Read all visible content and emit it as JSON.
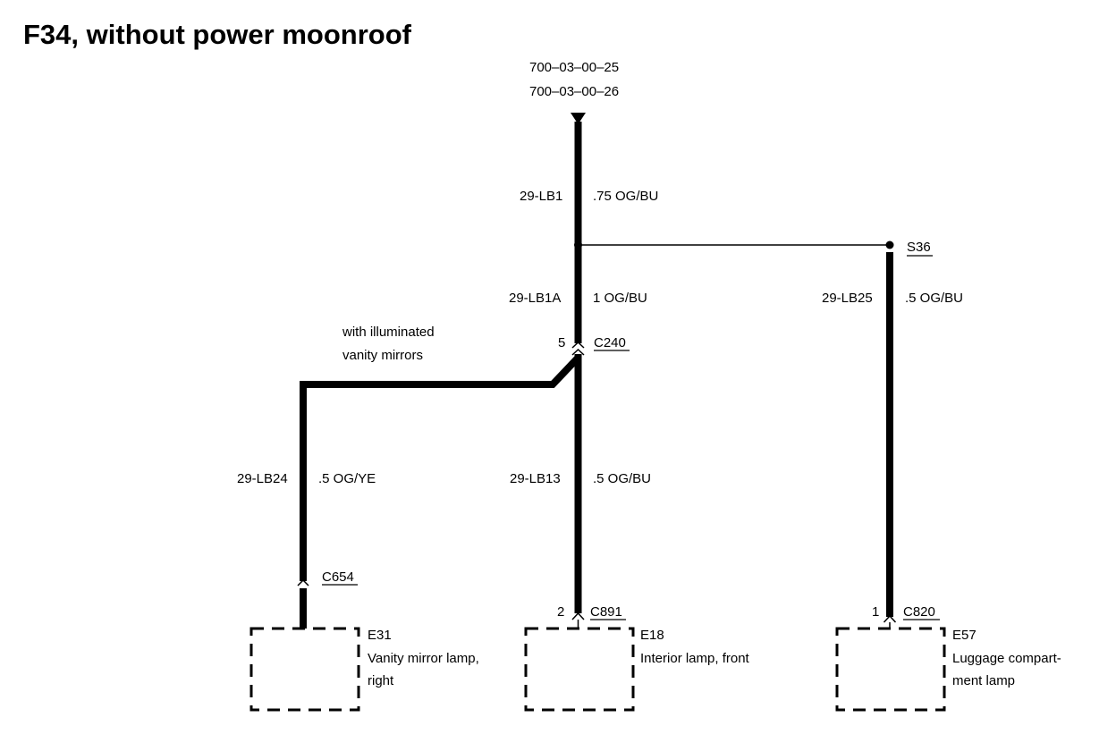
{
  "title": "F34, without power moonroof",
  "source_refs": [
    "700–03–00–25",
    "700–03–00–26"
  ],
  "wires": {
    "feed": {
      "id": "29-LB1",
      "spec": ".75 OG/BU"
    },
    "main": {
      "id": "29-LB1A",
      "spec": "1 OG/BU"
    },
    "right": {
      "id": "29-LB25",
      "spec": ".5 OG/BU"
    },
    "vanity": {
      "id": "29-LB24",
      "spec": ".5 OG/YE"
    },
    "interior": {
      "id": "29-LB13",
      "spec": ".5 OG/BU"
    }
  },
  "splice": "S36",
  "connectors": {
    "c240": {
      "name": "C240",
      "pin": "5"
    },
    "c654": {
      "name": "C654"
    },
    "c891": {
      "name": "C891",
      "pin": "2"
    },
    "c820": {
      "name": "C820",
      "pin": "1"
    }
  },
  "note": [
    "with illuminated",
    "vanity mirrors"
  ],
  "components": {
    "e31": {
      "code": "E31",
      "desc": [
        "Vanity mirror lamp,",
        "right"
      ]
    },
    "e18": {
      "code": "E18",
      "desc": [
        "Interior lamp, front"
      ]
    },
    "e57": {
      "code": "E57",
      "desc": [
        "Luggage compart-",
        "ment lamp"
      ]
    }
  }
}
